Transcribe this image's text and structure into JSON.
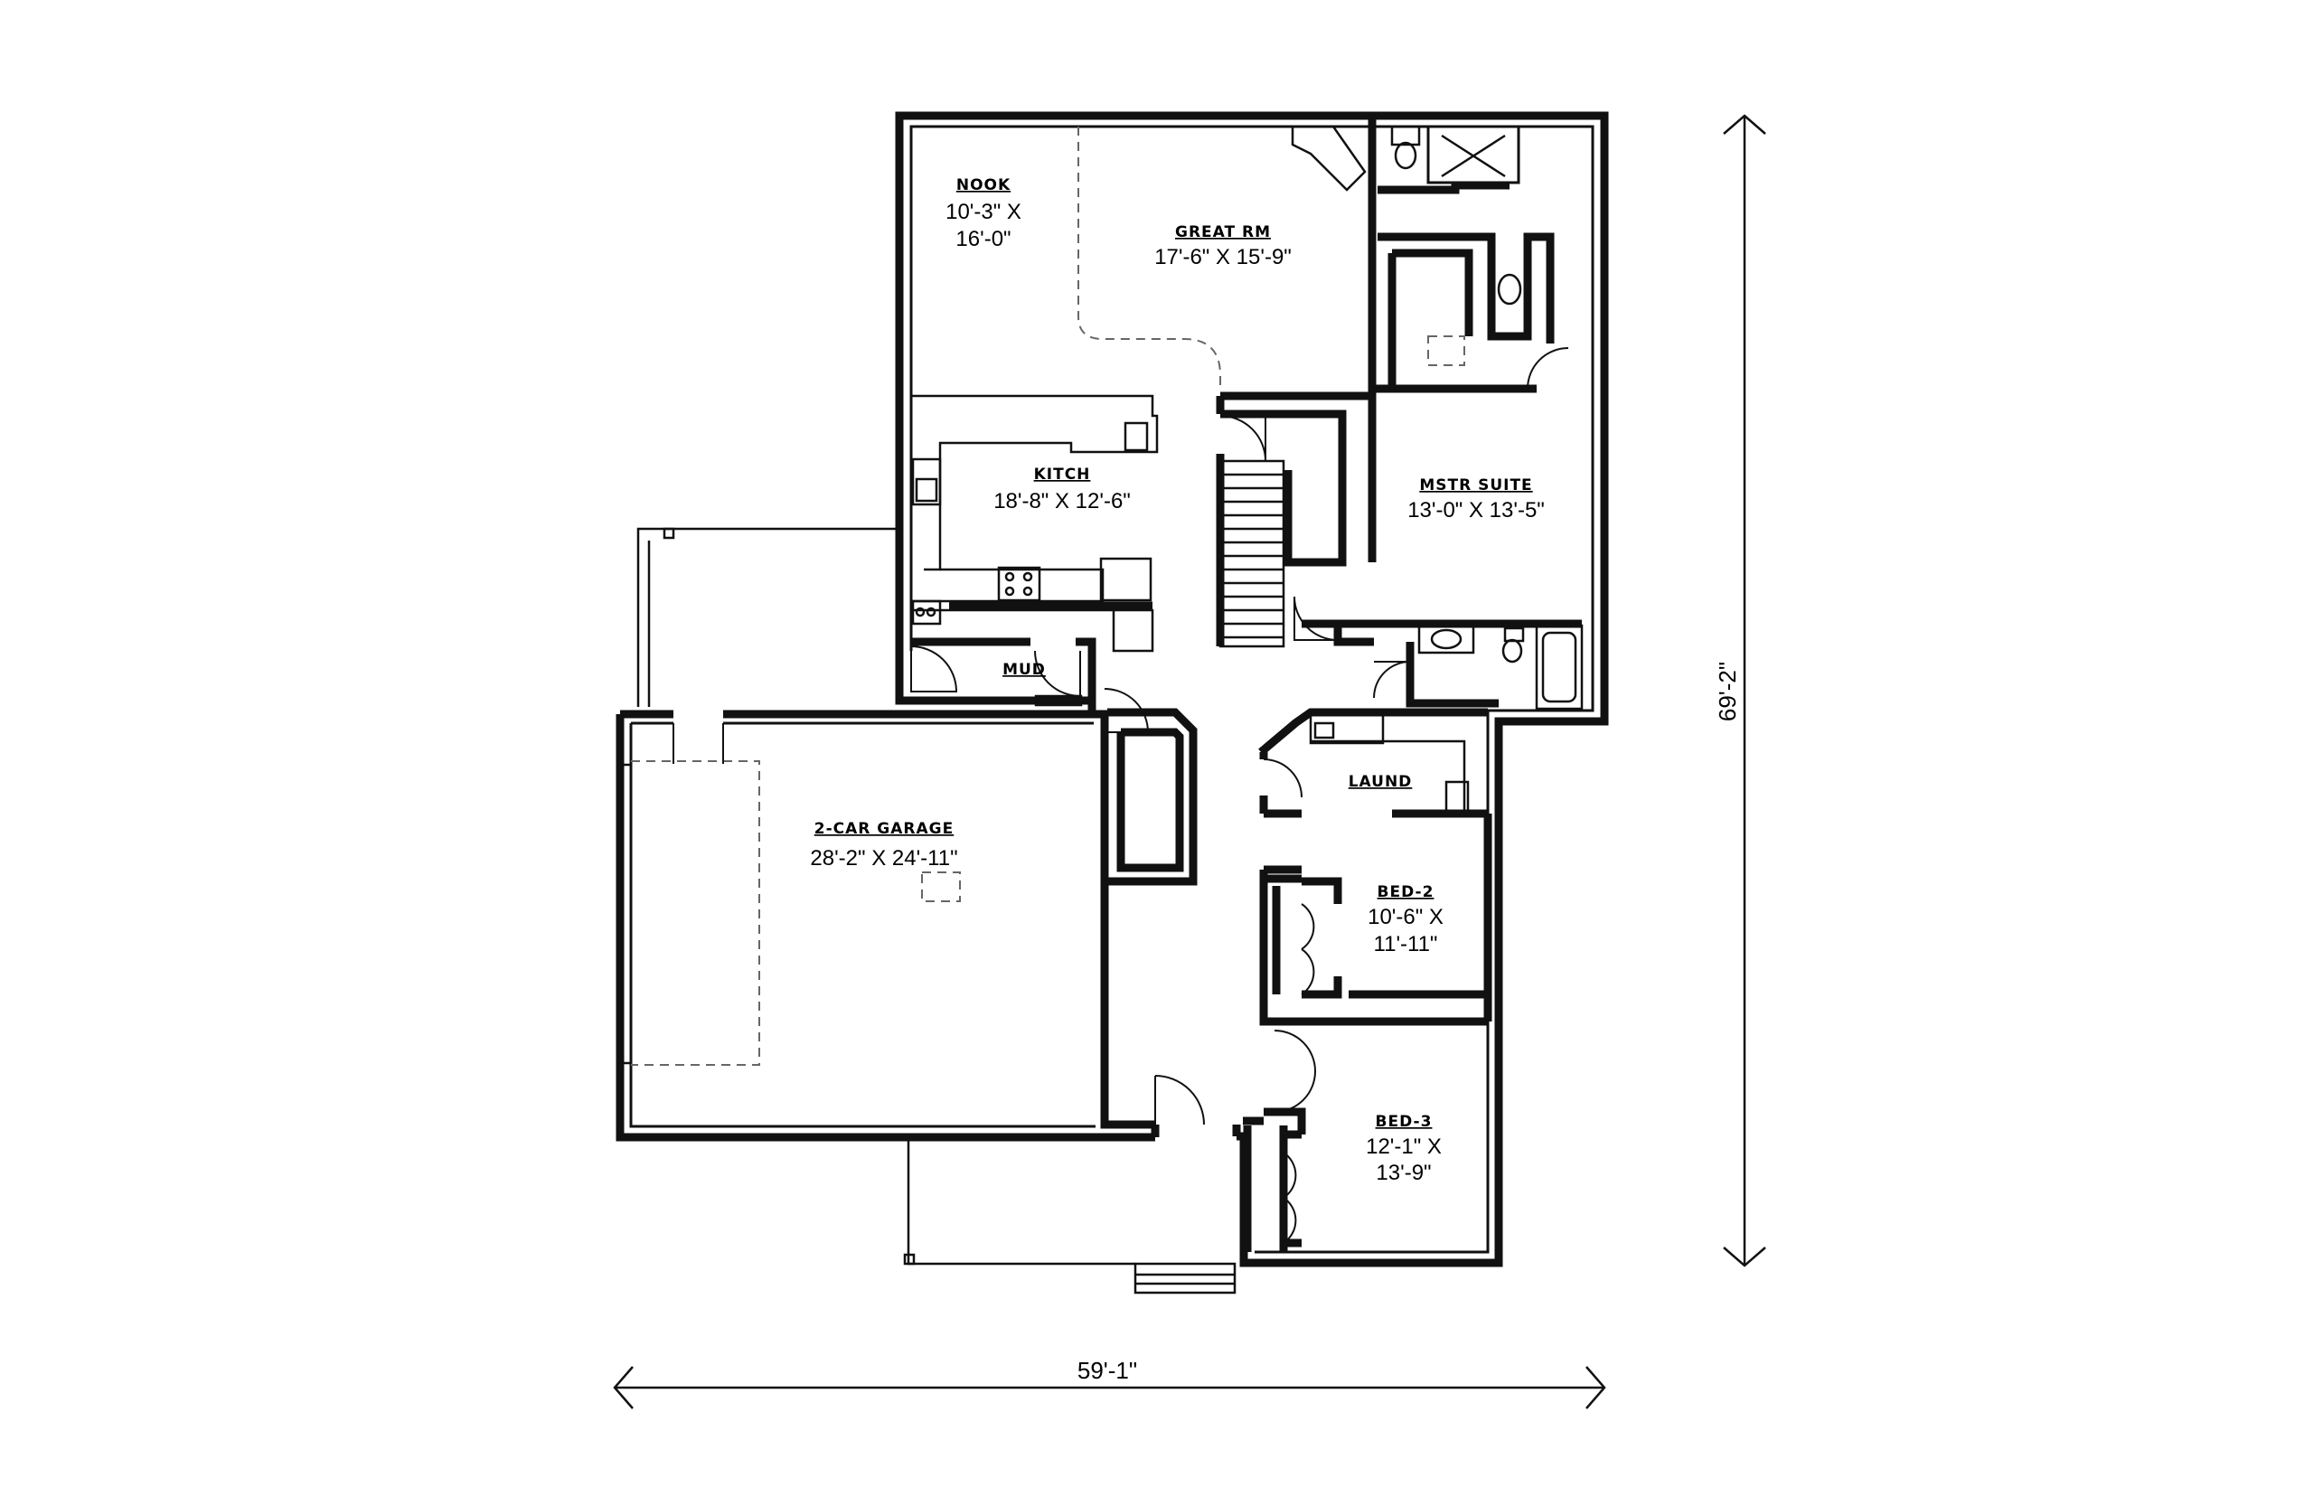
{
  "rooms": {
    "nook": {
      "name": "NOOK",
      "dim1": "10'-3\" X",
      "dim2": "16'-0\""
    },
    "great": {
      "name": "GREAT RM",
      "dim1": "17'-6\" X 15'-9\""
    },
    "kitchen": {
      "name": "KITCH",
      "dim1": "18'-8\" X 12'-6\""
    },
    "master": {
      "name": "MSTR SUITE",
      "dim1": "13'-0\" X 13'-5\""
    },
    "mud": {
      "name": "MUD"
    },
    "laundry": {
      "name": "LAUND"
    },
    "garage": {
      "name": "2-CAR GARAGE",
      "dim1": "28'-2\" X 24'-11\""
    },
    "bed2": {
      "name": "BED-2",
      "dim1": "10'-6\" X",
      "dim2": "11'-11\""
    },
    "bed3": {
      "name": "BED-3",
      "dim1": "12'-1\" X",
      "dim2": "13'-9\""
    }
  },
  "overall": {
    "width": "59'-1\"",
    "depth": "69'-2\""
  }
}
